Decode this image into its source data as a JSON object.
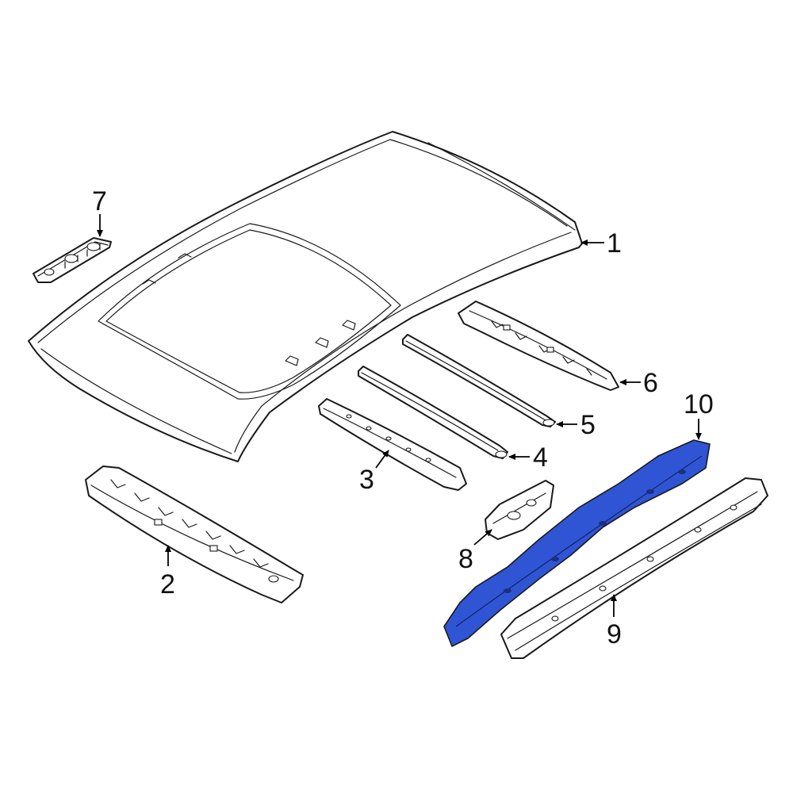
{
  "diagram": {
    "highlight_color": "#2f55d4",
    "callouts": [
      {
        "id": "1",
        "text": "1"
      },
      {
        "id": "2",
        "text": "2"
      },
      {
        "id": "3",
        "text": "3"
      },
      {
        "id": "4",
        "text": "4"
      },
      {
        "id": "5",
        "text": "5"
      },
      {
        "id": "6",
        "text": "6"
      },
      {
        "id": "7",
        "text": "7"
      },
      {
        "id": "8",
        "text": "8"
      },
      {
        "id": "9",
        "text": "9"
      },
      {
        "id": "10",
        "text": "10"
      }
    ]
  }
}
